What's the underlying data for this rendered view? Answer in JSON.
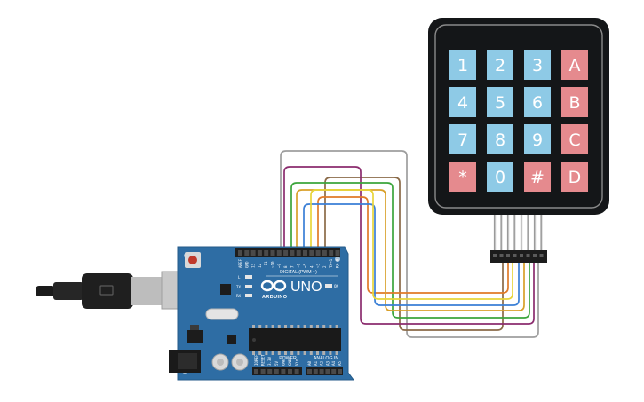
{
  "keypad": {
    "rows": [
      [
        {
          "label": "1",
          "kind": "digit"
        },
        {
          "label": "2",
          "kind": "digit"
        },
        {
          "label": "3",
          "kind": "digit"
        },
        {
          "label": "A",
          "kind": "letter"
        }
      ],
      [
        {
          "label": "4",
          "kind": "digit"
        },
        {
          "label": "5",
          "kind": "digit"
        },
        {
          "label": "6",
          "kind": "digit"
        },
        {
          "label": "B",
          "kind": "letter"
        }
      ],
      [
        {
          "label": "7",
          "kind": "digit"
        },
        {
          "label": "8",
          "kind": "digit"
        },
        {
          "label": "9",
          "kind": "digit"
        },
        {
          "label": "C",
          "kind": "letter"
        }
      ],
      [
        {
          "label": "*",
          "kind": "letter"
        },
        {
          "label": "0",
          "kind": "digit"
        },
        {
          "label": "#",
          "kind": "letter"
        },
        {
          "label": "D",
          "kind": "letter"
        }
      ]
    ]
  },
  "board": {
    "brand": "ARDUINO",
    "model": "UNO",
    "digital_header": "DIGITAL (PWM ~)",
    "power_header": "POWER",
    "analog_header": "ANALOG IN",
    "on_label": "ON",
    "led_labels": [
      "L",
      "TX",
      "RX"
    ],
    "digital_pins": [
      "AREF",
      "GND",
      "13",
      "12",
      "~11",
      "~10",
      "~9",
      "8",
      "7",
      "~6",
      "~5",
      "4",
      "~3",
      "2",
      "TX→1",
      "RX←0"
    ],
    "power_pins": [
      "IOREF",
      "RESET",
      "3.3V",
      "5V",
      "GND",
      "GND",
      "Vin"
    ],
    "analog_pins": [
      "A0",
      "A1",
      "A2",
      "A3",
      "A4",
      "A5"
    ]
  },
  "colors": {
    "digit_key": "#8ecae6",
    "letter_key": "#e58a8e",
    "keypad_body": "#141618",
    "board": "#2e6da4",
    "wires": [
      "#9e9e9e",
      "#8b2c6e",
      "#3ba53b",
      "#d9a02a",
      "#3a7fd6",
      "#e8d53a",
      "#e07a28",
      "#8a6a48"
    ]
  }
}
